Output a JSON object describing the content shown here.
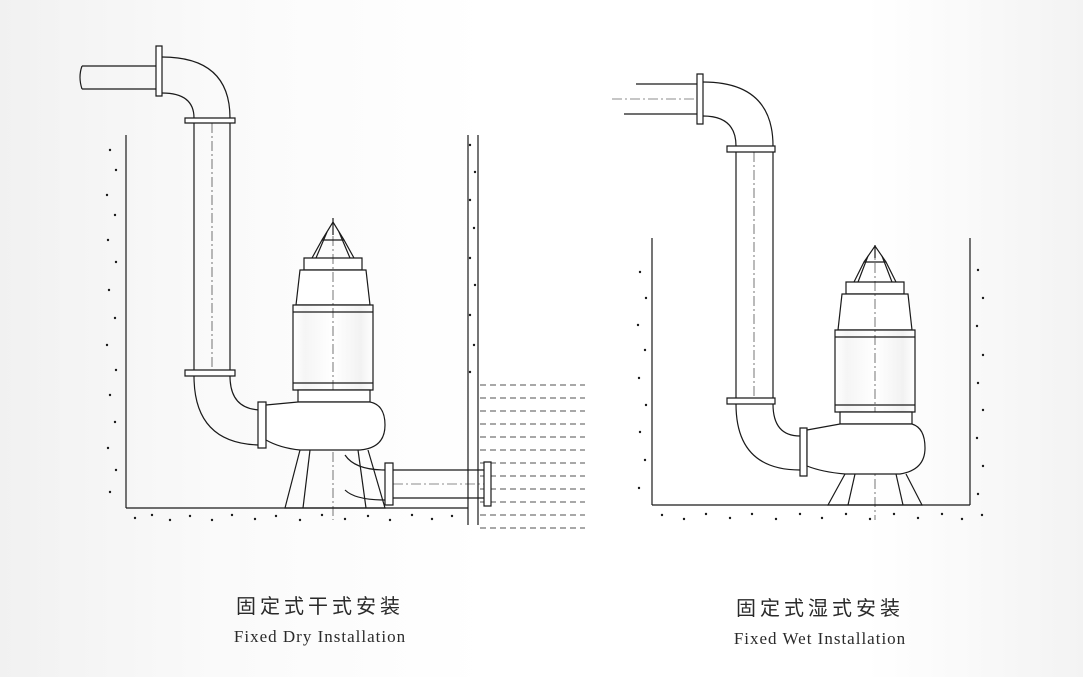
{
  "diagrams": [
    {
      "id": "dry",
      "caption_zh": "固定式干式安装",
      "caption_en": "Fixed Dry Installation"
    },
    {
      "id": "wet",
      "caption_zh": "固定式湿式安装",
      "caption_en": "Fixed Wet Installation"
    }
  ],
  "colors": {
    "line": "#1a1a1a",
    "background": "#ffffff"
  }
}
